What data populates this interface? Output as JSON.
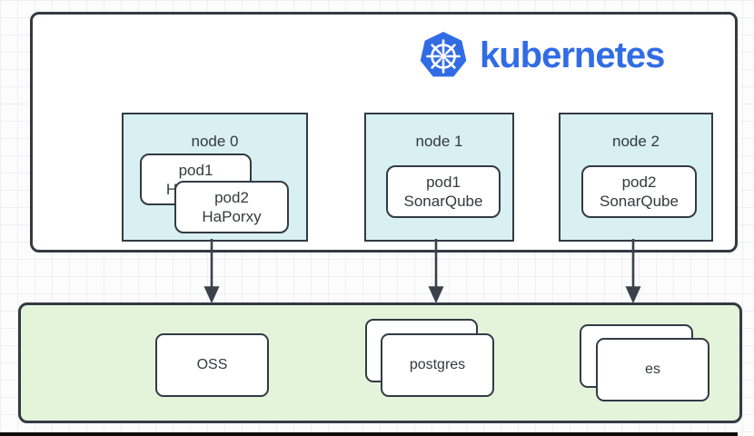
{
  "cluster": {
    "logo": {
      "text": "kubernetes",
      "icon": "kubernetes-helm-icon",
      "brand_color": "#326ce5"
    },
    "nodes": [
      {
        "label": "node 0",
        "pods": [
          {
            "name": "pod1",
            "app": "HaPorxy"
          },
          {
            "name": "pod2",
            "app": "HaPorxy"
          }
        ]
      },
      {
        "label": "node 1",
        "pods": [
          {
            "name": "pod1",
            "app": "SonarQube"
          }
        ]
      },
      {
        "label": "node 2",
        "pods": [
          {
            "name": "pod2",
            "app": "SonarQube"
          }
        ]
      }
    ]
  },
  "services": {
    "items": [
      {
        "label": "OSS",
        "stacked": false
      },
      {
        "label": "postgres",
        "stacked": true
      },
      {
        "label": "es",
        "stacked": true
      }
    ]
  },
  "connections": [
    {
      "from": "node 0",
      "to": "services"
    },
    {
      "from": "node 1",
      "to": "services"
    },
    {
      "from": "node 2",
      "to": "services"
    }
  ],
  "colors": {
    "brand": "#326ce5",
    "border": "#333a45",
    "node_fill": "#d8f0f2",
    "services_fill": "#e4f4da"
  }
}
